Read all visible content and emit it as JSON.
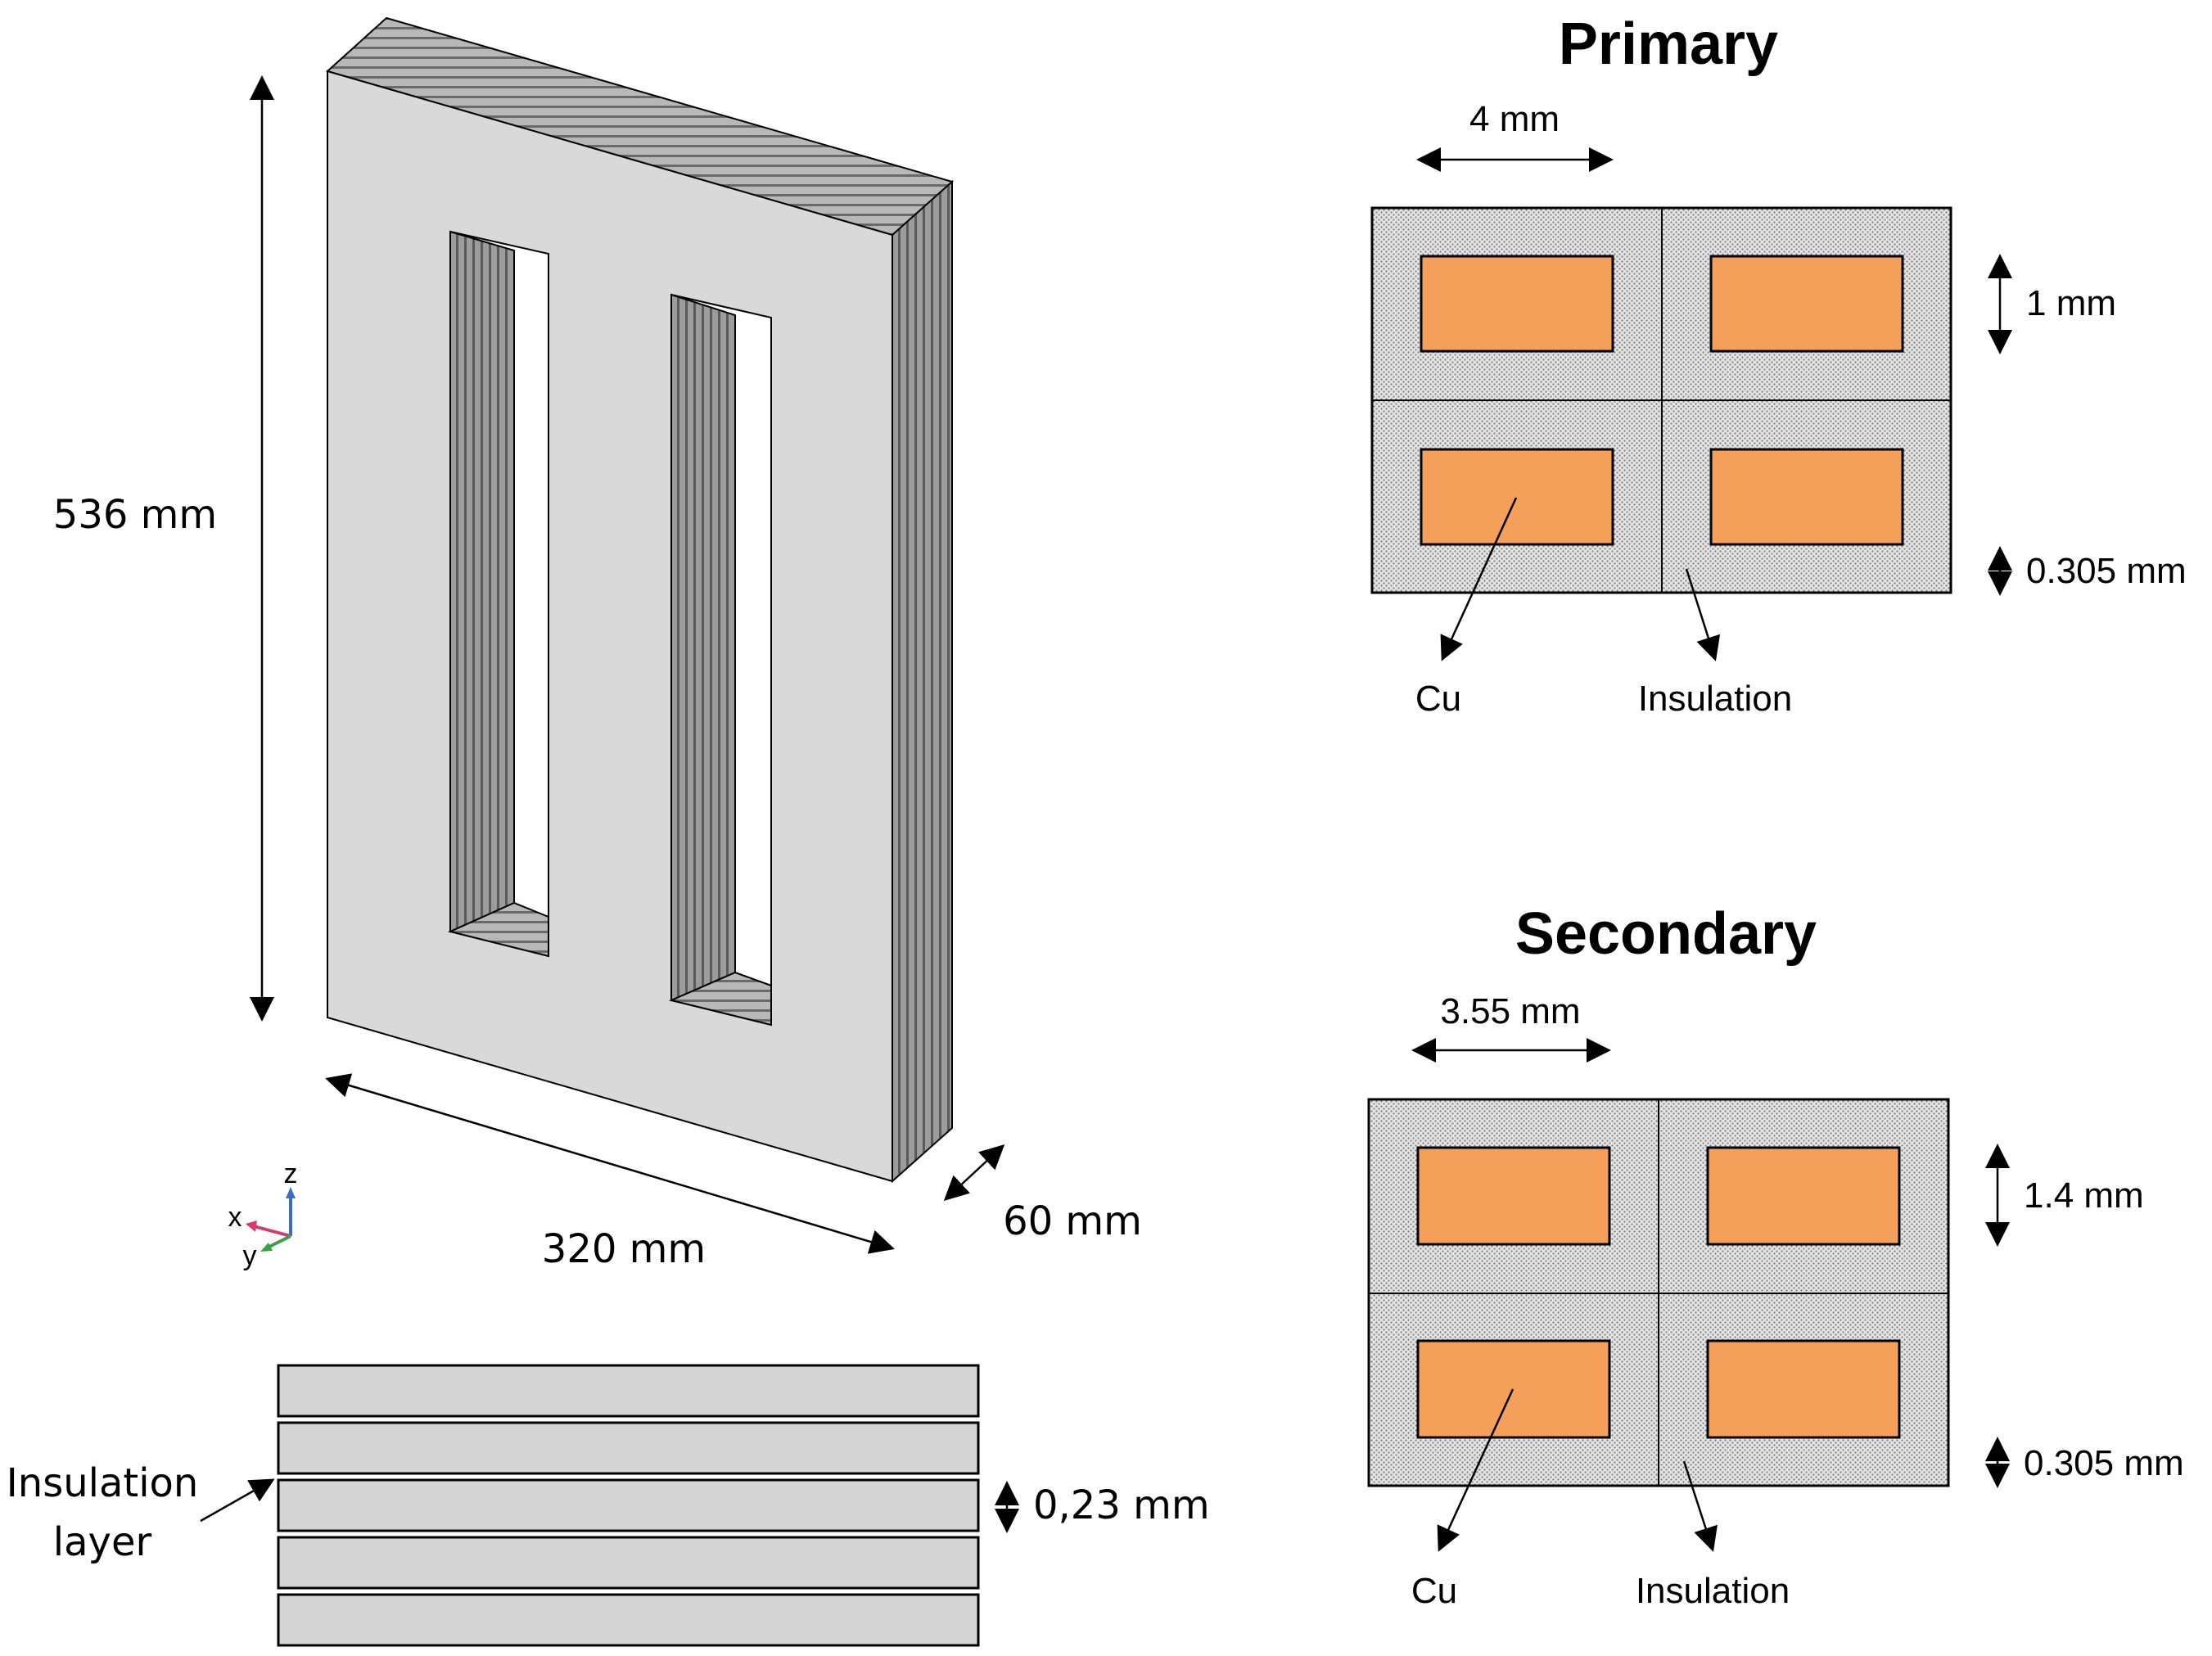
{
  "core": {
    "height_label": "536 mm",
    "width_label": "320 mm",
    "depth_label": "60 mm",
    "face_color": "#d9d9d9",
    "side_color": "#a8a8a8"
  },
  "axes": {
    "x": "x",
    "y": "y",
    "z": "z"
  },
  "laminations": {
    "thickness_label": "0,23 mm",
    "insulation_label_line1": "Insulation",
    "insulation_label_line2": "layer",
    "sheet_color": "#d4d4d4"
  },
  "primary": {
    "title": "Primary",
    "width_label": "4 mm",
    "height_label": "1 mm",
    "gap_label": "0.305 mm",
    "cu_label": "Cu",
    "insulation_label": "Insulation"
  },
  "secondary": {
    "title": "Secondary",
    "width_label": "3.55 mm",
    "height_label": "1.4 mm",
    "gap_label": "0.305 mm",
    "cu_label": "Cu",
    "insulation_label": "Insulation"
  },
  "colors": {
    "copper": "#f4a05a",
    "insulation": "#d2d2d2"
  }
}
